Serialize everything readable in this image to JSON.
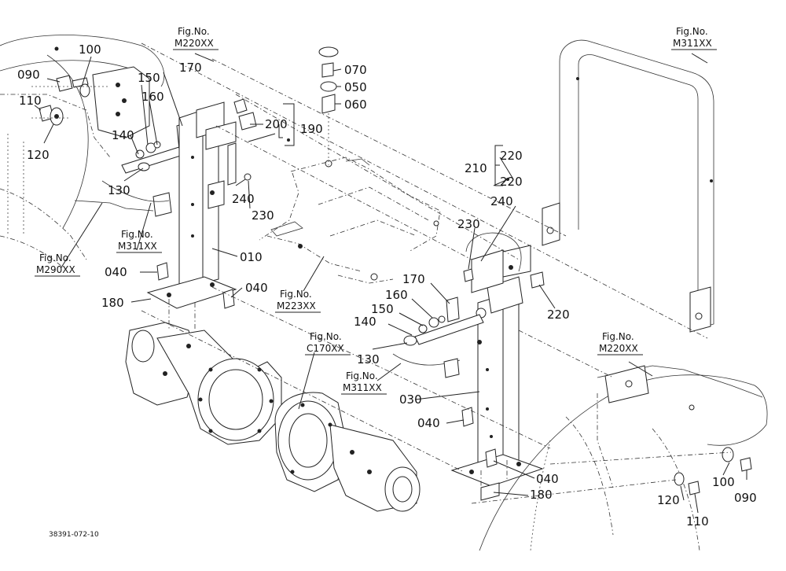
{
  "diagram": {
    "drawing_code": "38391-072-10",
    "callouts": [
      "100",
      "090",
      "110",
      "120",
      "150",
      "170",
      "160",
      "140",
      "130",
      "200",
      "190",
      "240",
      "230",
      "010",
      "040",
      "040",
      "180",
      "070",
      "050",
      "060",
      "220",
      "210",
      "220",
      "240",
      "230",
      "170",
      "160",
      "150",
      "140",
      "130",
      "220",
      "030",
      "040",
      "040",
      "180",
      "100",
      "090",
      "120",
      "110"
    ],
    "figure_refs": [
      {
        "label": "Fig.No.",
        "ref": "M220XX"
      },
      {
        "label": "Fig.No.",
        "ref": "M311XX"
      },
      {
        "label": "Fig.No.",
        "ref": "M311XX"
      },
      {
        "label": "Fig.No.",
        "ref": "M290XX"
      },
      {
        "label": "Fig.No.",
        "ref": "M223XX"
      },
      {
        "label": "Fig.No.",
        "ref": "C170XX"
      },
      {
        "label": "Fig.No.",
        "ref": "M311XX"
      },
      {
        "label": "Fig.No.",
        "ref": "M220XX"
      }
    ]
  }
}
